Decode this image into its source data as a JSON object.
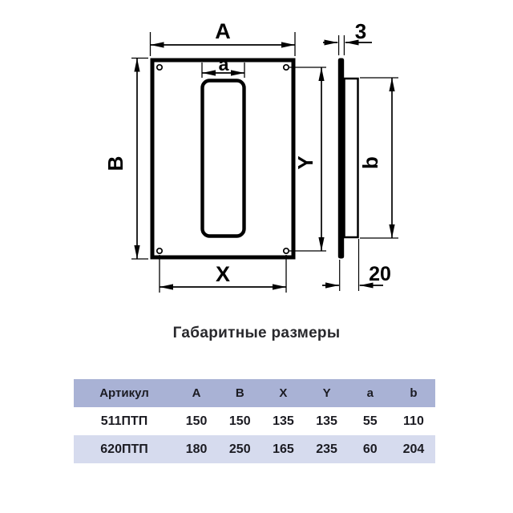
{
  "title": "Габаритные размеры",
  "drawing": {
    "labels": {
      "width": "A",
      "slot_width": "a",
      "height": "B",
      "hole_span_x": "X",
      "hole_span_y": "Y",
      "collar_height": "b",
      "plate_thickness": "3",
      "collar_depth": "20"
    }
  },
  "table": {
    "headers": [
      "Артикул",
      "A",
      "B",
      "X",
      "Y",
      "a",
      "b"
    ],
    "rows": [
      [
        "511ПТП",
        "150",
        "150",
        "135",
        "135",
        "55",
        "110"
      ],
      [
        "620ПТП",
        "180",
        "250",
        "165",
        "235",
        "60",
        "204"
      ]
    ]
  },
  "colors": {
    "line": "#000000",
    "table_header_bg": "#a9b2d5",
    "table_alt_row_bg": "#d6dbee",
    "text": "#1b1b22"
  }
}
